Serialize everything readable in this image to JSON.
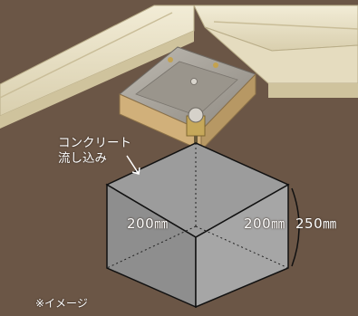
{
  "labels": {
    "concrete_line1": "コンクリート",
    "concrete_line2": "流し込み",
    "width_left": "200㎜",
    "width_right": "200㎜",
    "depth": "250㎜",
    "image_note": "※イメージ"
  },
  "colors": {
    "background": "#6b5646",
    "frame_wood": "#e9e1c6",
    "bracket_metal": "#a8a39a",
    "bolt_metal": "#c6a85a",
    "concrete_block": "#9c9c9c"
  }
}
